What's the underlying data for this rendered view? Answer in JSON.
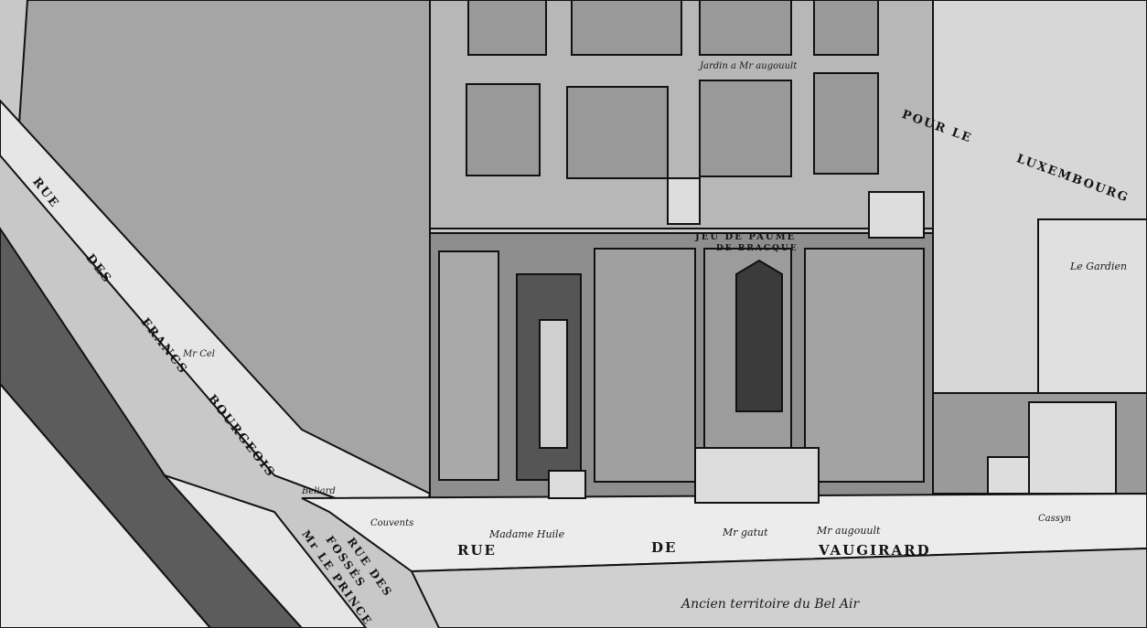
{
  "streets": {
    "vaugirard": {
      "rue": "RUE",
      "de": "DE",
      "name": "VAUGIRARD"
    },
    "francs_bourgeois": {
      "rue": "RUE",
      "des": "DES",
      "francs": "FRANCS",
      "bourgeois": "BOURGEOIS"
    },
    "fosses": {
      "line1": "RUE DES",
      "line2": "FOSSÉS",
      "line3": "Mr LE PRINCE"
    },
    "luxembourg": "LUXEMBOURG",
    "pour_le": "POUR LE"
  },
  "buildings": {
    "jeu_de_paume_line1": "JEU DE PAUME",
    "jeu_de_paume_line2": "DE BRACQUE"
  },
  "handwritten": {
    "territoire": "Ancien territoire du Bel Air",
    "madame": "Madame Huile",
    "mr_gatut": "Mr gatut",
    "mr_augouult": "Mr augouult",
    "jardin": "Jardin a Mr augouult",
    "couvents": "Couvents",
    "mr_cel": "Mr Cel",
    "beliard": "Beliard",
    "le_gardien": "Le Gardien",
    "cassyn": "Cassyn"
  },
  "colors": {
    "paper": "#cfcfcf",
    "ink": "#141414",
    "street": "#e9e9e9",
    "block": "#9a9a9a"
  }
}
